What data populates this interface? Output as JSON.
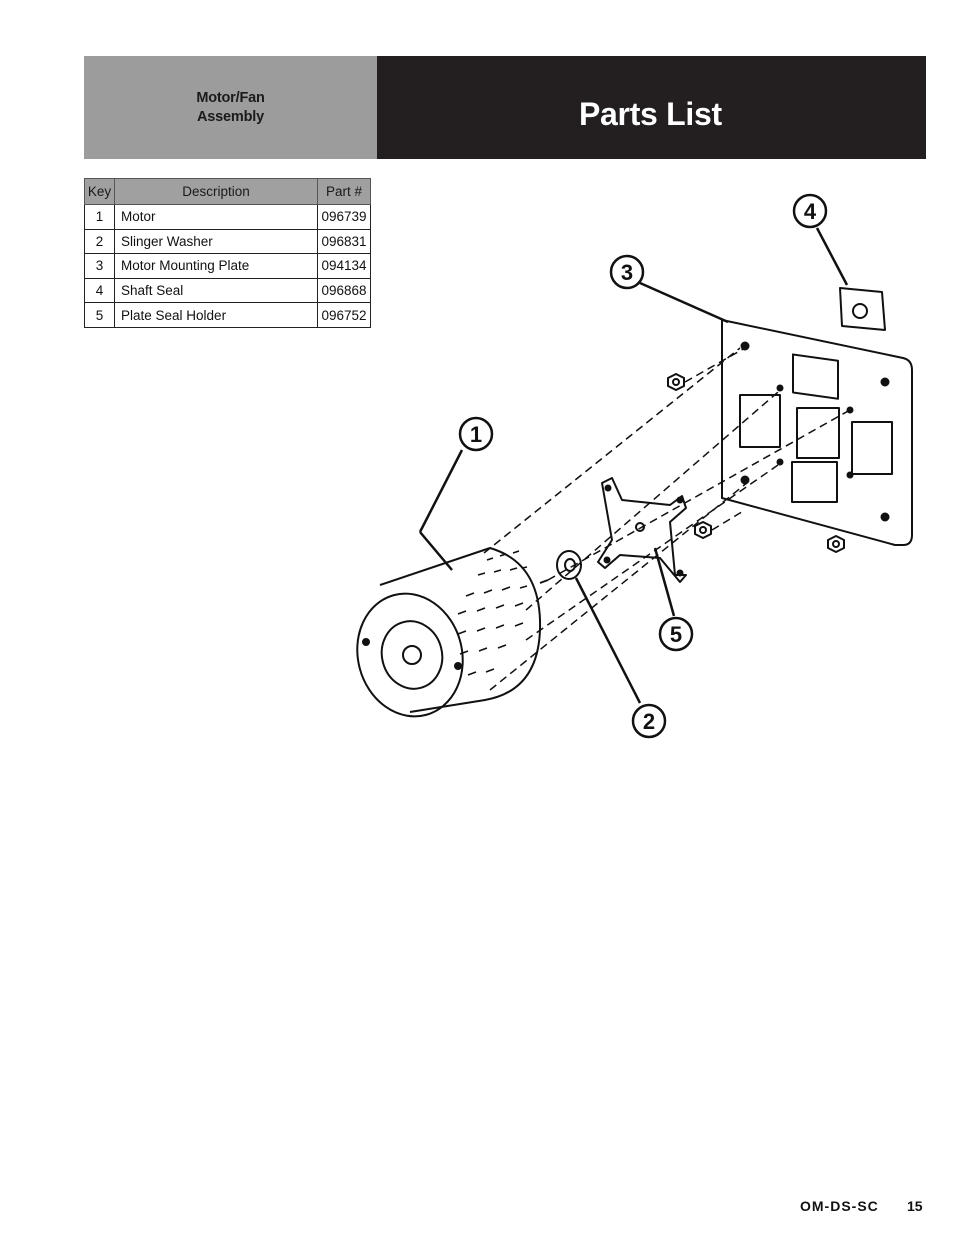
{
  "header": {
    "section_line1": "Motor/Fan",
    "section_line2": "Assembly",
    "title": "Parts List"
  },
  "table": {
    "columns": [
      "Key",
      "Description",
      "Part #"
    ],
    "rows": [
      {
        "key": "1",
        "description": "Motor",
        "part": "096739"
      },
      {
        "key": "2",
        "description": "Slinger Washer",
        "part": "096831"
      },
      {
        "key": "3",
        "description": "Motor Mounting Plate",
        "part": "094134"
      },
      {
        "key": "4",
        "description": "Shaft Seal",
        "part": "096868"
      },
      {
        "key": "5",
        "description": "Plate Seal Holder",
        "part": "096752"
      }
    ]
  },
  "diagram": {
    "callouts": [
      "1",
      "2",
      "3",
      "4",
      "5"
    ]
  },
  "footer": {
    "doc_code": "OM-DS-SC",
    "page_number": "15"
  }
}
